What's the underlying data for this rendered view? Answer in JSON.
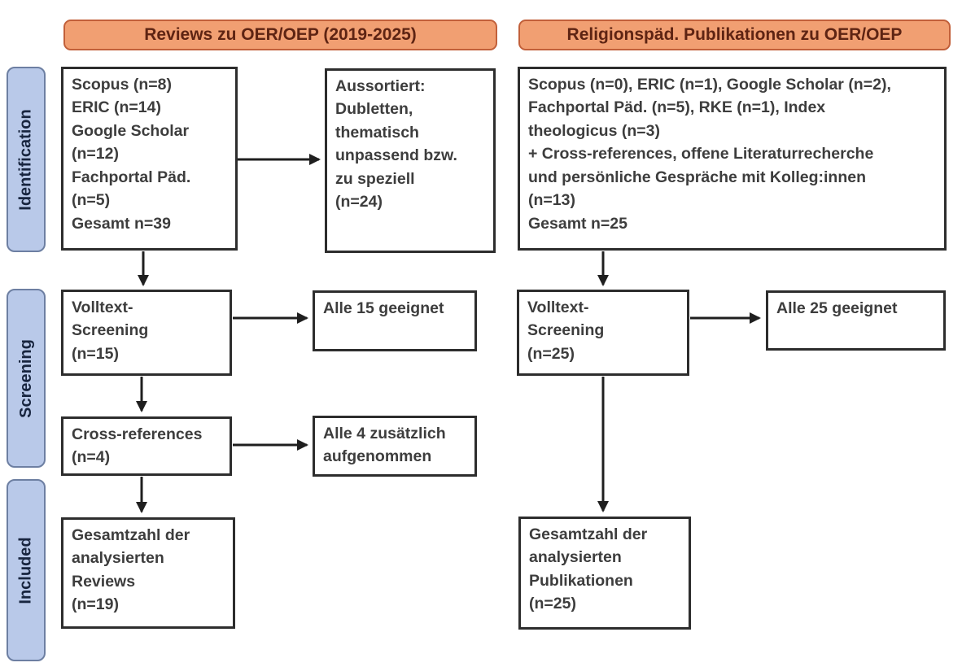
{
  "headers": {
    "left": "Reviews zu OER/OEP (2019-2025)",
    "right": "Religionspäd. Publikationen zu OER/OEP"
  },
  "stages": {
    "identification": "Identification",
    "screening": "Screening",
    "included": "Included"
  },
  "left_flow": {
    "sources": "Scopus (n=8)\nERIC (n=14)\nGoogle Scholar\n(n=12)\nFachportal Päd.\n(n=5)\nGesamt n=39",
    "excluded": "Aussortiert:\nDubletten,\nthematisch\nunpassend bzw.\nzu speziell\n(n=24)",
    "screening": "Volltext-\nScreening\n(n=15)",
    "screening_result": "Alle 15 geeignet",
    "cross_references": "Cross-references\n(n=4)",
    "cross_references_result": "Alle 4 zusätzlich\naufgenommen",
    "included": "Gesamtzahl der\nanalysierten\nReviews\n(n=19)"
  },
  "right_flow": {
    "sources": "Scopus (n=0), ERIC (n=1), Google Scholar (n=2),\nFachportal Päd. (n=5), RKE (n=1), Index\ntheologicus (n=3)\n+ Cross-references, offene Literaturrecherche\nund persönliche Gespräche mit Kolleg:innen\n(n=13)\nGesamt n=25",
    "screening": "Volltext-\nScreening\n(n=25)",
    "screening_result": "Alle 25 geeignet",
    "included": "Gesamtzahl der\nanalysierten\nPublikationen\n(n=25)"
  },
  "colors": {
    "header_fill": "#f19f72",
    "header_border": "#c2603a",
    "header_text": "#5e2413",
    "stage_fill": "#b9c9e9",
    "stage_border": "#6d7fa2",
    "stage_text": "#18253f",
    "box_border": "#2d2d2d",
    "box_text": "#3d3d3d",
    "arrow": "#1f1f1f",
    "background": "#ffffff"
  }
}
